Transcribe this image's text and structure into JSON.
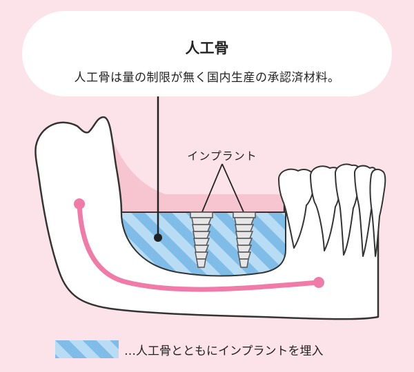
{
  "bubble": {
    "title": "人工骨",
    "text": "人工骨は量の制限が無く国内生産の承認済材料。"
  },
  "diagram": {
    "implant_label": "インプラント"
  },
  "legend": {
    "text": "…人工骨とともにインプラントを埋入"
  },
  "colors": {
    "background": "#fce3ea",
    "bone_graft_stripe_light": "#b8dcf3",
    "bone_graft_stripe_dark": "#7fbde8",
    "gum": "#f7c5cf",
    "nerve": "#f07aa8",
    "outline": "#333333"
  }
}
